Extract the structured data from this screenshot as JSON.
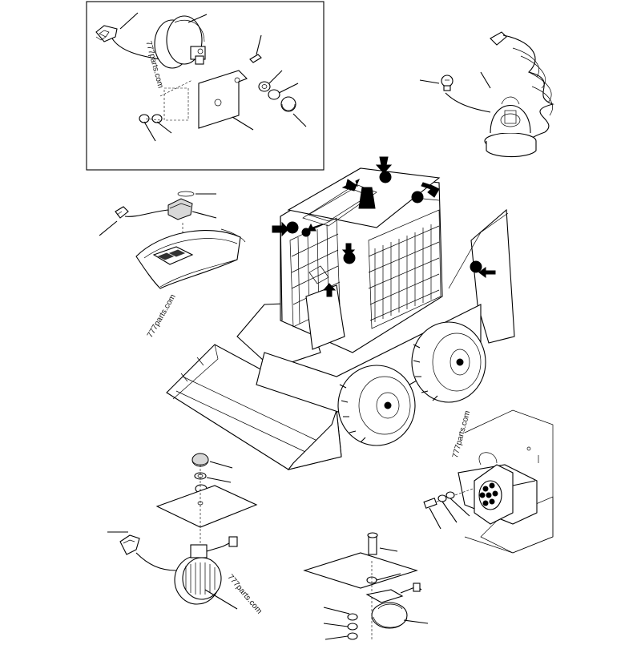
{
  "diagram": {
    "watermarks": [
      "777parts.com",
      "777parts.com",
      "777parts.com",
      "777parts.com"
    ]
  }
}
